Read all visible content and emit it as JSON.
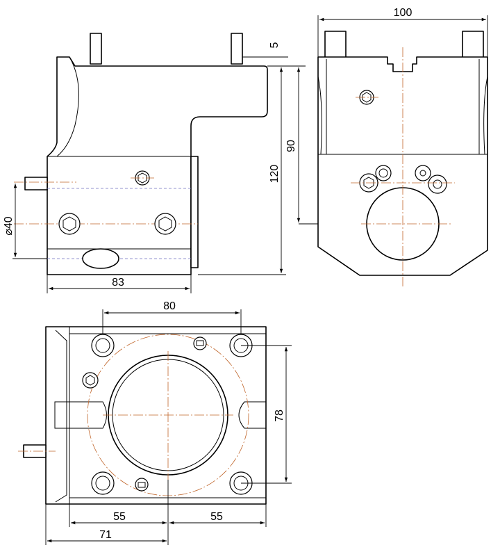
{
  "dimensions": {
    "front_pin": "5",
    "front_height_upper": "90",
    "front_height_total": "120",
    "front_bore_dia": "⌀40",
    "front_width": "83",
    "side_width": "100",
    "top_hole_spacing_x": "80",
    "top_hole_spacing_y": "78",
    "top_half_left": "55",
    "top_half_right": "55",
    "top_overall": "71"
  },
  "colors": {
    "outline": "#000000",
    "center_line": "#c0652a",
    "hidden_line": "#6d6dc0"
  }
}
